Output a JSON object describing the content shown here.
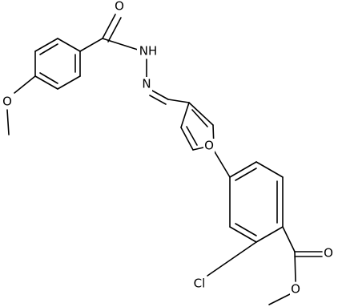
{
  "molecule": {
    "atoms": {
      "o_carbonyl_amide": "O",
      "nh": "NH",
      "n_imine": "N",
      "o_methoxy": "O",
      "o_furan": "O",
      "cl": "Cl",
      "o_ester_carbonyl": "O",
      "o_ester": "O"
    }
  }
}
